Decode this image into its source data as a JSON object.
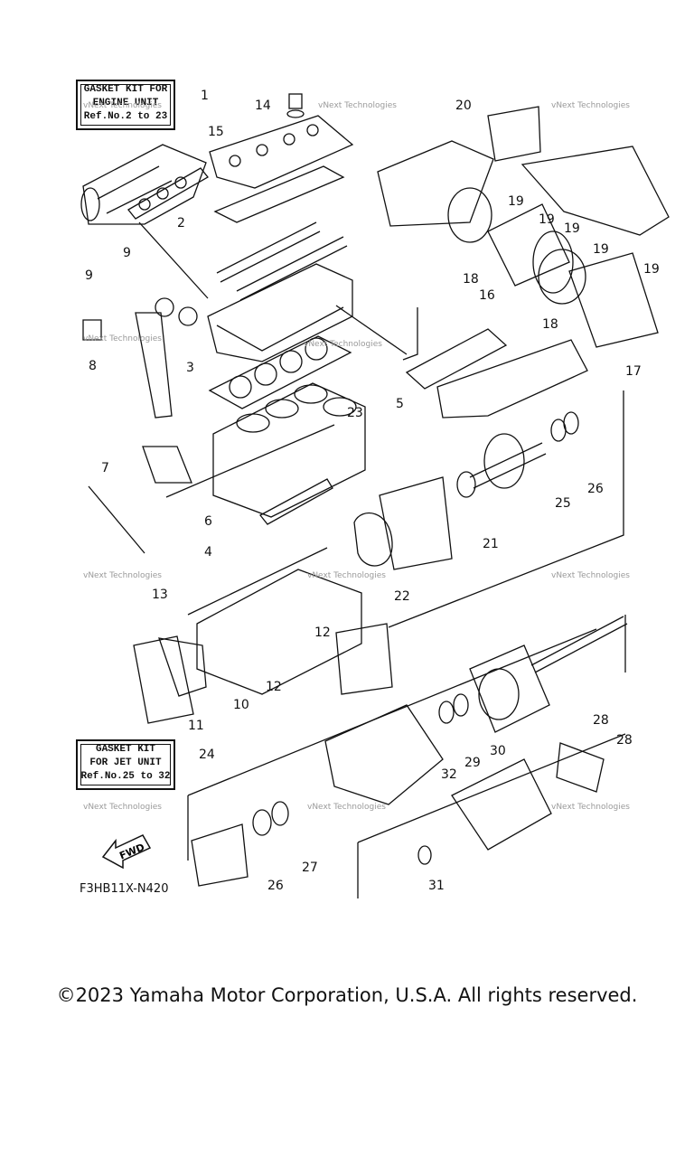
{
  "gasket_kit_engine": {
    "line1": "GASKET KIT FOR",
    "line2": "ENGINE UNIT",
    "line3": "Ref.No.2 to 23"
  },
  "gasket_kit_jet": {
    "line1": "GASKET KIT",
    "line2": "FOR JET UNIT",
    "line3": "Ref.No.25 to 32"
  },
  "callouts": [
    "1",
    "2",
    "3",
    "4",
    "5",
    "6",
    "7",
    "8",
    "9",
    "9",
    "10",
    "11",
    "12",
    "12",
    "13",
    "14",
    "15",
    "16",
    "17",
    "18",
    "18",
    "19",
    "19",
    "19",
    "19",
    "19",
    "20",
    "21",
    "22",
    "23",
    "24",
    "25",
    "26",
    "26",
    "27",
    "28",
    "28",
    "29",
    "30",
    "31",
    "32"
  ],
  "drawing_code": "F3HB11X-N420",
  "fwd_label": "FWD",
  "watermark": "vNext Technologies",
  "copyright": "©2023 Yamaha Motor Corporation, U.S.A. All rights reserved."
}
